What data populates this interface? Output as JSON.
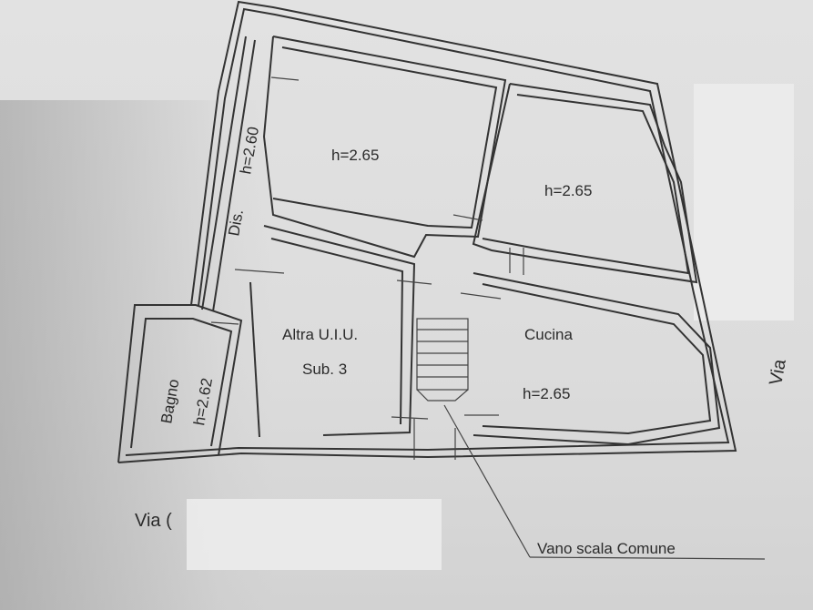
{
  "rooms": {
    "room_top_left": "h=2.65",
    "room_top_right": "h=2.65",
    "corridor_name": "Dis.",
    "corridor_height": "h=2.60",
    "other_unit_line1": "Altra U.I.U.",
    "other_unit_line2": "Sub. 3",
    "kitchen_name": "Cucina",
    "kitchen_height": "h=2.65",
    "bath_name": "Bagno",
    "bath_height": "h=2.62"
  },
  "streets": {
    "bottom": "Via (",
    "right": "Via"
  },
  "annotations": {
    "stairwell": "Vano scala Comune"
  }
}
